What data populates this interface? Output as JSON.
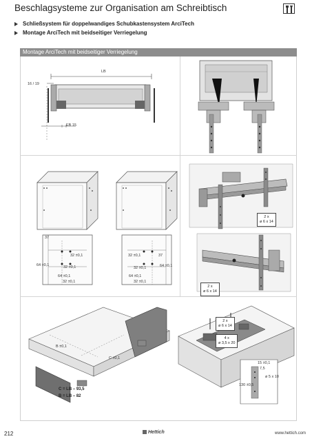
{
  "header": {
    "title": "Beschlagsysteme zur Organisation am Schreibtisch",
    "subtitles": [
      "Schließsystem für doppelwandiges Schubkastensystem ArciTech",
      "Montage ArciTech mit beidseitiger Verriegelung"
    ],
    "icon": "screwdriver-tools-icon"
  },
  "section": {
    "title": "Montage ArciTech mit beidseitiger Verriegelung"
  },
  "figure1": {
    "dim_lb": "LB",
    "dim_side": "16 / 19",
    "dim_eb": "EB 15"
  },
  "figure3": {
    "left": {
      "d37": "37",
      "d32a": "32 ±0,1",
      "d64": "64 ±0,1",
      "d32b": "32 ±0,1",
      "d64b": "64 ±0,1",
      "d32c": "32 ±0,1"
    },
    "right": {
      "d37": "37",
      "d32a": "32 ±0,1",
      "d32b": "32 ±0,1",
      "d64": "64 ±0,1",
      "d64b": "64 ±0,1",
      "d32c": "32 ±0,1"
    }
  },
  "callouts": {
    "screw_upper": [
      "2 x",
      "ø 6 x 14"
    ],
    "screw_lower": [
      "2 x",
      "ø 6 x 14"
    ],
    "screw_mount1": [
      "2 x",
      "ø 6 x 14"
    ],
    "screw_mount2": [
      "4 x",
      "ø 3,5 x 20"
    ]
  },
  "figure4": {
    "label_b": "B ±0,1",
    "label_c": "C ±0,1",
    "formula_c": "C = LB – 93,5",
    "formula_b": "B = LB – 82"
  },
  "detail": {
    "d1": "15 ±0,1",
    "d2": "7,5",
    "d3": "ø 5 x 10",
    "d4": "130 ±0,5"
  },
  "footer": {
    "page_number": "212",
    "brand": "Hettich",
    "url": "www.hettich.com"
  }
}
